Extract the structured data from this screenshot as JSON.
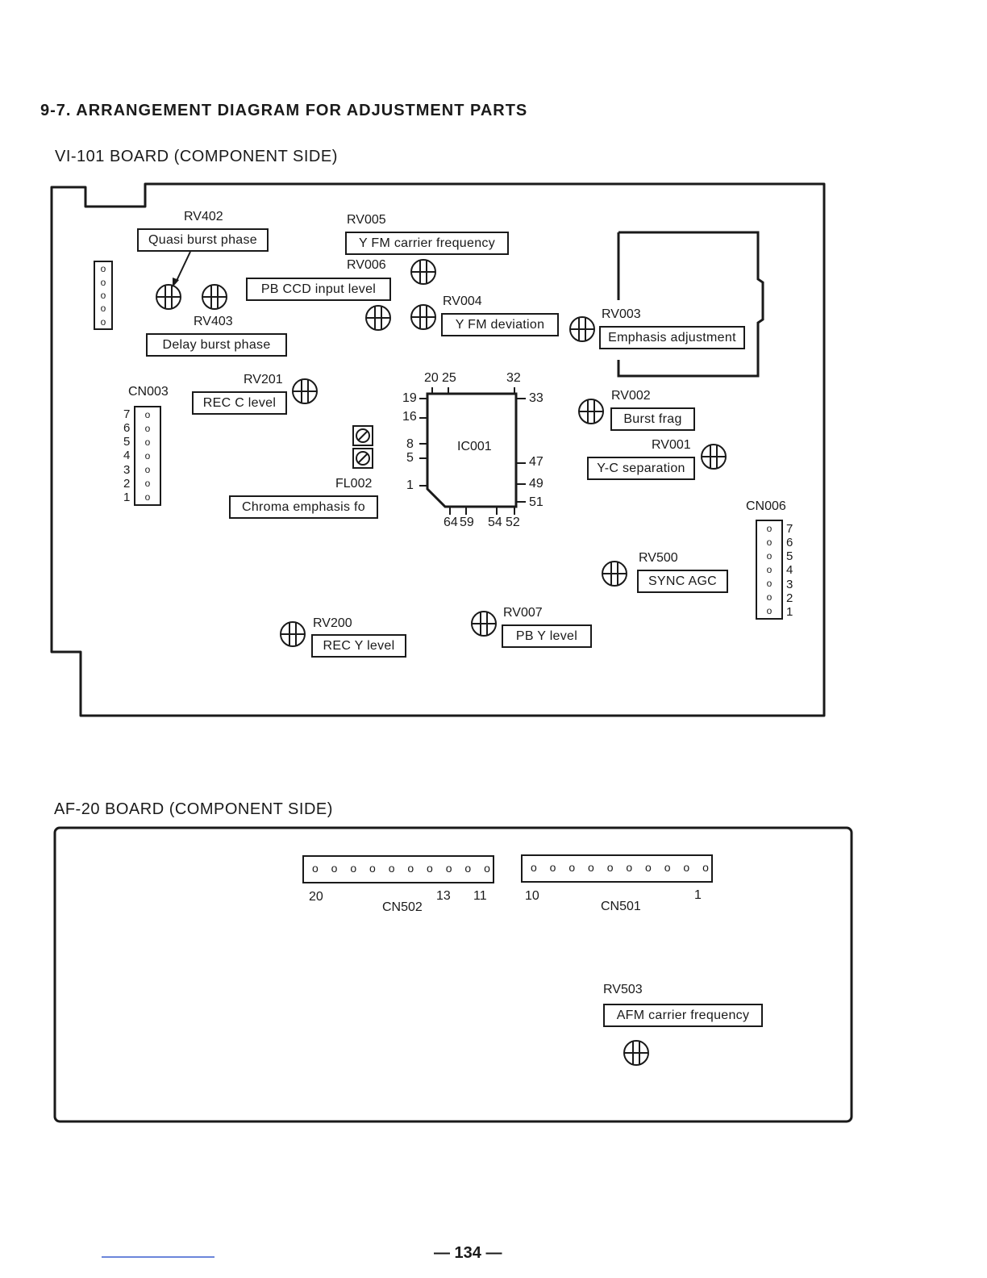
{
  "title": "9-7. ARRANGEMENT DIAGRAM FOR ADJUSTMENT PARTS",
  "vi101": {
    "heading": "VI-101 BOARD (COMPONENT SIDE)",
    "rv402": {
      "ref": "RV402",
      "label": "Quasi burst phase"
    },
    "rv403": {
      "ref": "RV403",
      "label": "Delay burst phase"
    },
    "rv005": {
      "ref": "RV005",
      "label": "Y FM carrier frequency"
    },
    "rv006": {
      "ref": "RV006",
      "label": "PB CCD input level"
    },
    "rv004": {
      "ref": "RV004",
      "label": "Y FM deviation"
    },
    "rv003": {
      "ref": "RV003",
      "label": "Emphasis adjustment"
    },
    "rv201": {
      "ref": "RV201",
      "label": "REC C level"
    },
    "rv002": {
      "ref": "RV002",
      "label": "Burst frag"
    },
    "rv001": {
      "ref": "RV001",
      "label": "Y-C separation"
    },
    "fl002": {
      "ref": "FL002",
      "label": "Chroma emphasis fo"
    },
    "rv500": {
      "ref": "RV500",
      "label": "SYNC AGC"
    },
    "rv200": {
      "ref": "RV200",
      "label": "REC Y level"
    },
    "rv007": {
      "ref": "RV007",
      "label": "PB Y level"
    },
    "cn003": {
      "ref": "CN003",
      "pins": [
        "7",
        "6",
        "5",
        "4",
        "3",
        "2",
        "1"
      ]
    },
    "cn006": {
      "ref": "CN006",
      "pins": [
        "7",
        "6",
        "5",
        "4",
        "3",
        "2",
        "1"
      ]
    },
    "ic001": {
      "ref": "IC001",
      "pin_top_a": "20",
      "pin_top_b": "25",
      "pin_top_c": "32",
      "pin_left": [
        "19",
        "16",
        "8",
        "5",
        "1"
      ],
      "pin_right": [
        "33",
        "47",
        "49",
        "51"
      ],
      "pin_bottom_a": "64",
      "pin_bottom_b": "59",
      "pin_bottom_c": "54",
      "pin_bottom_d": "52"
    },
    "pin_glyph": "o",
    "cn_left_pins": "o o o o o"
  },
  "af20": {
    "heading": "AF-20 BOARD (COMPONENT SIDE)",
    "cn502": {
      "ref": "CN502",
      "pin_a": "20",
      "pin_b": "13",
      "pin_c": "11",
      "pins": "o o o o o o o o o o"
    },
    "cn501": {
      "ref": "CN501",
      "pin_a": "10",
      "pin_b": "1",
      "pins": "o o o o o o o o o o"
    },
    "rv503": {
      "ref": "RV503",
      "label": "AFM carrier frequency"
    }
  },
  "page_number": "— 134 —"
}
